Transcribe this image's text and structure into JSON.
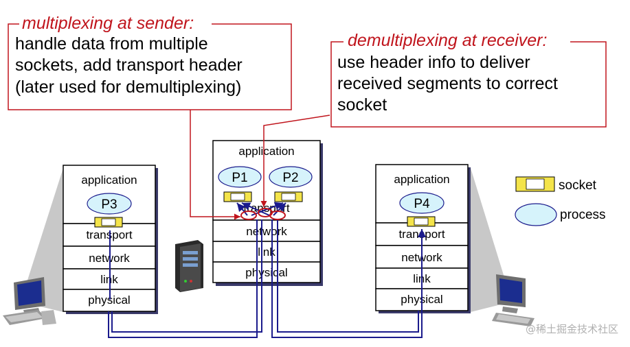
{
  "callouts": {
    "sender": {
      "title": "multiplexing at sender:",
      "lines": [
        "handle data from multiple",
        "sockets, add transport header",
        "(later used for demultiplexing)"
      ]
    },
    "receiver": {
      "title": "demultiplexing at receiver:",
      "lines": [
        "use header info to deliver",
        "received segments to correct",
        "socket"
      ]
    }
  },
  "hosts": {
    "left": {
      "layers": [
        "application",
        "transport",
        "network",
        "link",
        "physical"
      ],
      "processes": [
        "P3"
      ]
    },
    "middle": {
      "layers": [
        "application",
        "transport",
        "network",
        "link",
        "physical"
      ],
      "processes": [
        "P1",
        "P2"
      ]
    },
    "right": {
      "layers": [
        "application",
        "transport",
        "network",
        "link",
        "physical"
      ],
      "processes": [
        "P4"
      ]
    }
  },
  "legend": {
    "socket": "socket",
    "process": "process"
  },
  "watermark": "@稀土掘金技术社区",
  "colors": {
    "callout_red": "#c0141c",
    "link_blue": "#1a1a8c",
    "socket_yellow": "#f4e44a",
    "process_fill": "#d6f3fb"
  }
}
